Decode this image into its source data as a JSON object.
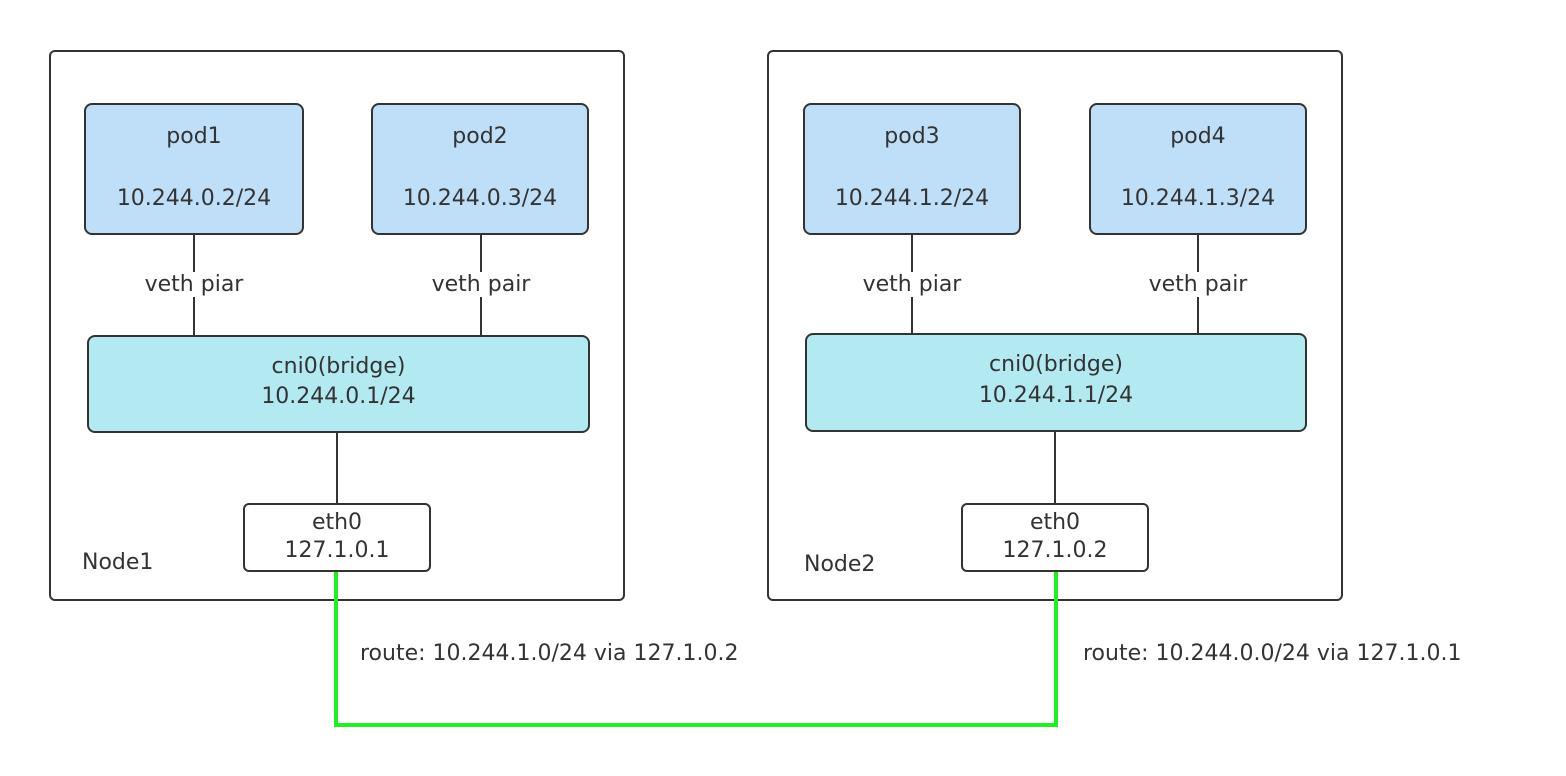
{
  "colors": {
    "border": "#333333",
    "pod_fill": "#bfdff9",
    "bridge_fill": "#b3eaf2",
    "route_link": "#22ee22"
  },
  "nodes": [
    {
      "name": "Node1",
      "pods": [
        {
          "name": "pod1",
          "ip": "10.244.0.2/24",
          "link_label": "veth piar"
        },
        {
          "name": "pod2",
          "ip": "10.244.0.3/24",
          "link_label": "veth pair"
        }
      ],
      "bridge": {
        "name": "cni0(bridge)",
        "ip": "10.244.0.1/24"
      },
      "eth": {
        "name": "eth0",
        "ip": "127.1.0.1"
      },
      "route": "route: 10.244.1.0/24 via 127.1.0.2"
    },
    {
      "name": "Node2",
      "pods": [
        {
          "name": "pod3",
          "ip": "10.244.1.2/24",
          "link_label": "veth piar"
        },
        {
          "name": "pod4",
          "ip": "10.244.1.3/24",
          "link_label": "veth pair"
        }
      ],
      "bridge": {
        "name": "cni0(bridge)",
        "ip": "10.244.1.1/24"
      },
      "eth": {
        "name": "eth0",
        "ip": "127.1.0.2"
      },
      "route": "route: 10.244.0.0/24 via 127.1.0.1"
    }
  ]
}
